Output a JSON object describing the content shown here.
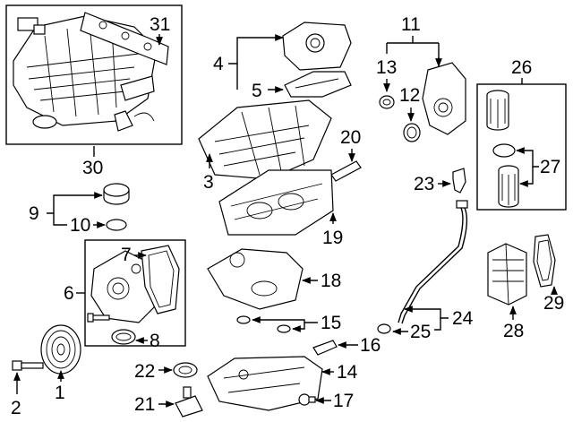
{
  "callouts": {
    "c1": "1",
    "c2": "2",
    "c3": "3",
    "c4": "4",
    "c5": "5",
    "c6": "6",
    "c7": "7",
    "c8": "8",
    "c9": "9",
    "c10": "10",
    "c11": "11",
    "c12": "12",
    "c13": "13",
    "c14": "14",
    "c15": "15",
    "c16": "16",
    "c17": "17",
    "c18": "18",
    "c19": "19",
    "c20": "20",
    "c21": "21",
    "c22": "22",
    "c23": "23",
    "c24": "24",
    "c25": "25",
    "c26": "26",
    "c27": "27",
    "c28": "28",
    "c29": "29",
    "c30": "30",
    "c31": "31"
  },
  "colors": {
    "line": "#000000",
    "background": "#ffffff"
  }
}
